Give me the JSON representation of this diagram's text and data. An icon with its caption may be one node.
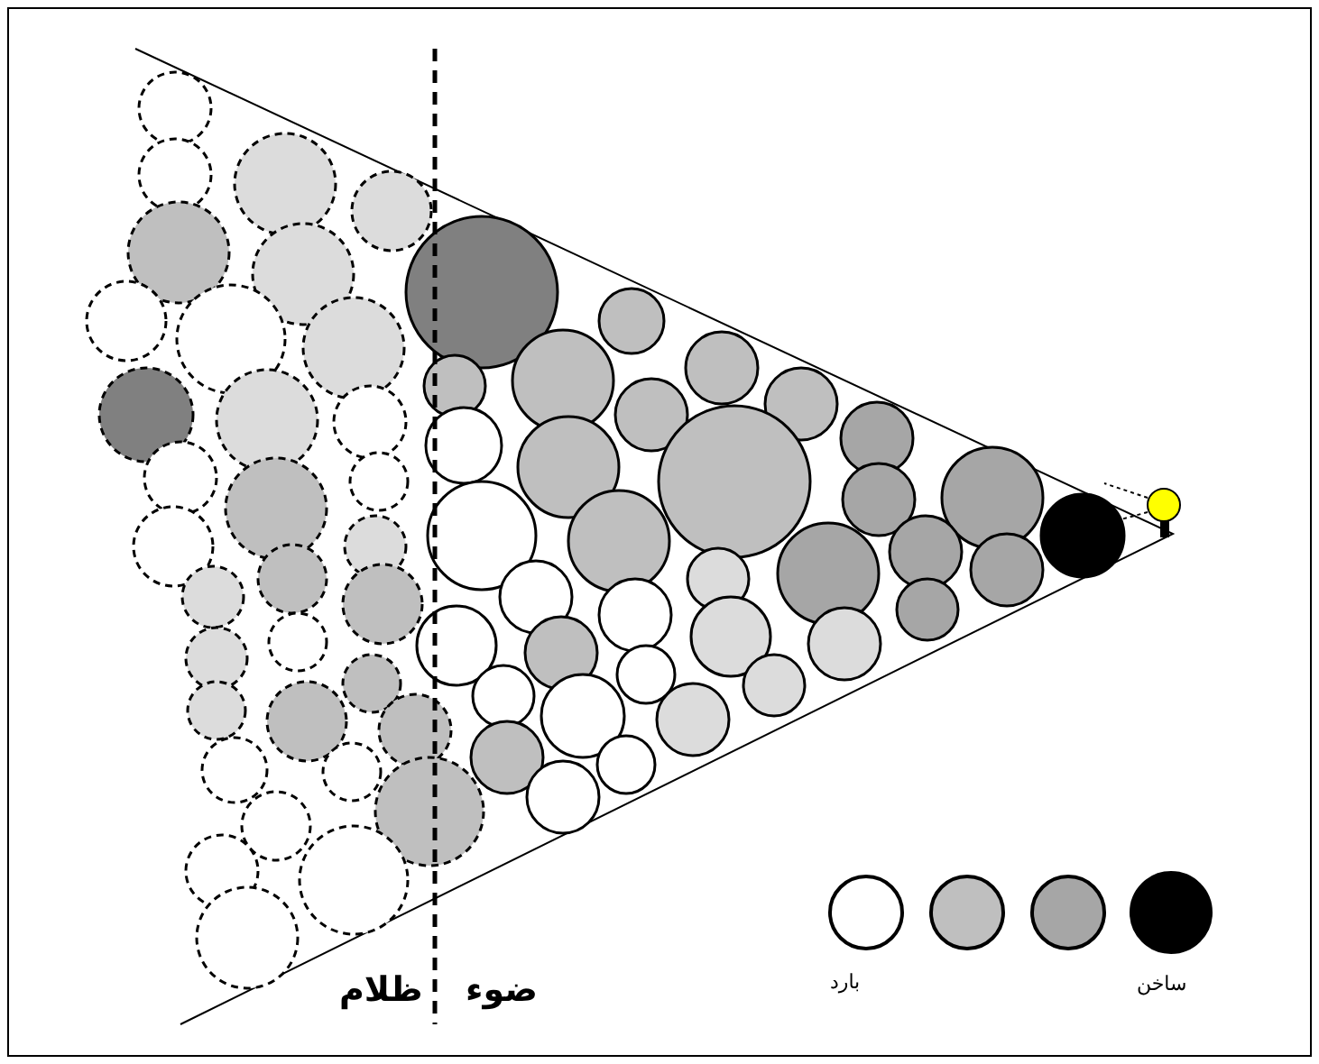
{
  "diagram": {
    "labels": [
      "ظلام",
      "ضوء",
      "بارد",
      "ساخن"
    ]
  }
}
